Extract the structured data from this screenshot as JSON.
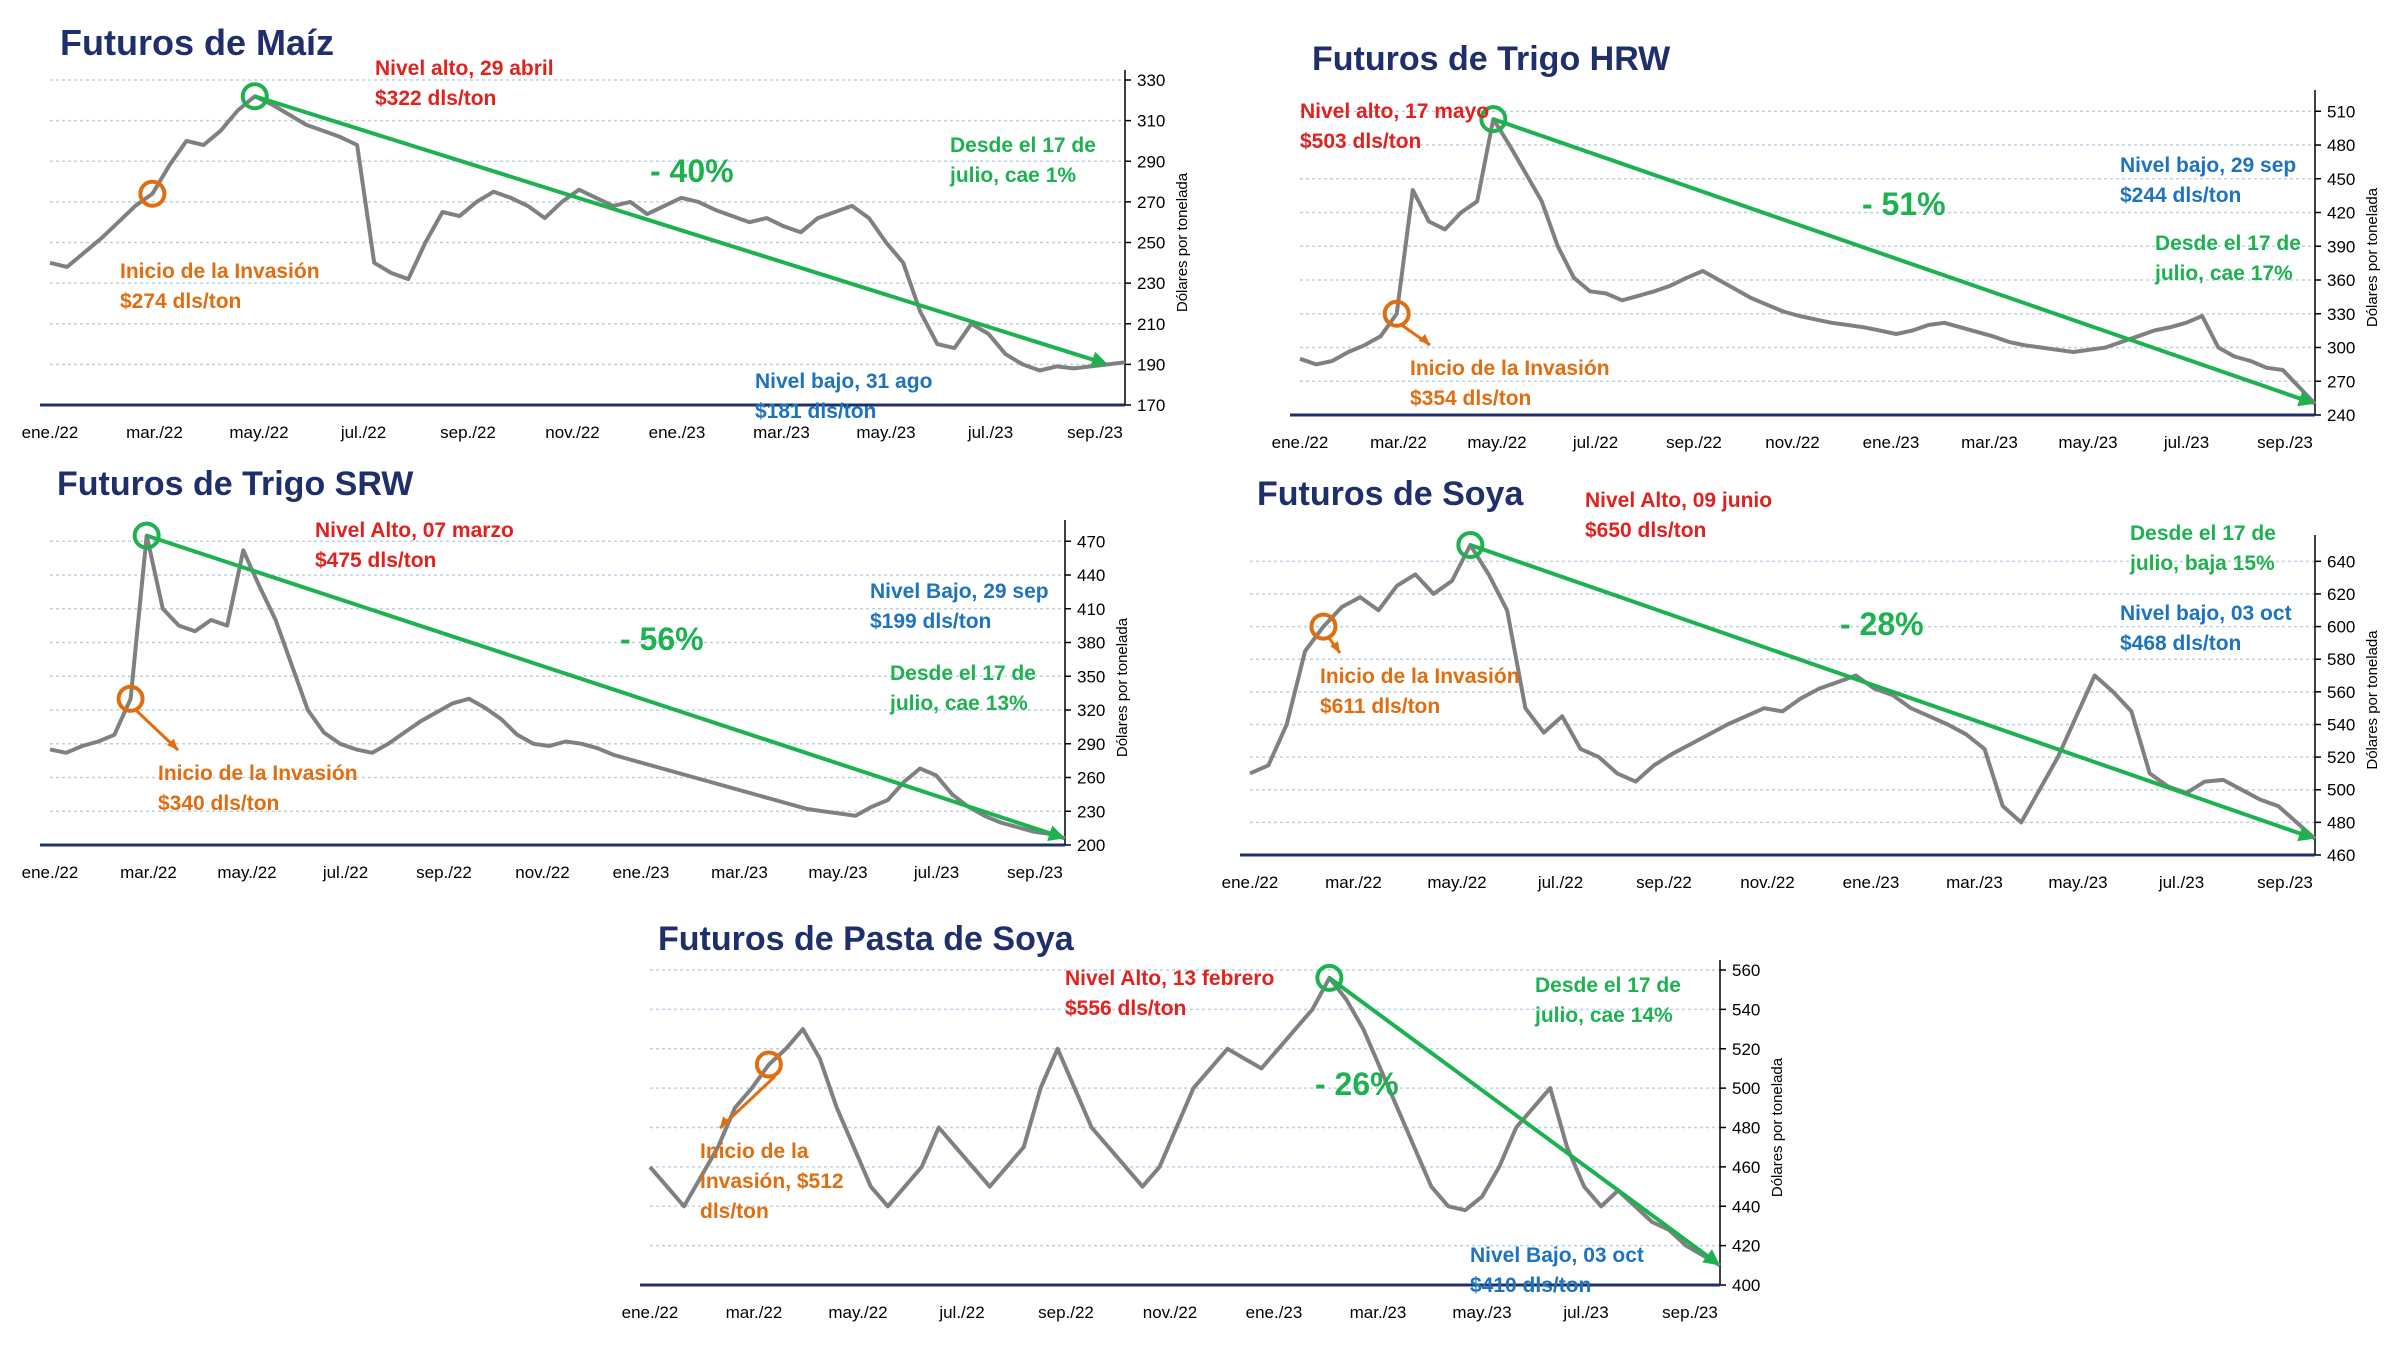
{
  "colors": {
    "title": "#1f2f6b",
    "series": "#808080",
    "high": "#e0221f",
    "low": "#1e73be",
    "trend": "#1eb150",
    "invasion": "#e06d10",
    "axis": "#1f2f6b",
    "grid": "#bcd0e6"
  },
  "x_tick_labels": [
    "ene./22",
    "mar./22",
    "may./22",
    "jul./22",
    "sep./22",
    "nov./22",
    "ene./23",
    "mar./23",
    "may./23",
    "jul./23",
    "sep./23"
  ],
  "y_axis_label": "Dólares por tonelada",
  "chart_data": [
    {
      "id": "maiz",
      "type": "line",
      "title": "Futuros de Maíz",
      "ylabel": "Dólares por tonelada",
      "ylim": [
        170,
        330
      ],
      "yticks": [
        170,
        190,
        210,
        230,
        250,
        270,
        290,
        310,
        330
      ],
      "series": [
        {
          "values": [
            240,
            238,
            245,
            252,
            260,
            268,
            274,
            288,
            300,
            298,
            305,
            315,
            322,
            318,
            313,
            308,
            305,
            302,
            298,
            240,
            235,
            232,
            250,
            265,
            263,
            270,
            275,
            272,
            268,
            262,
            270,
            276,
            272,
            268,
            270,
            264,
            268,
            272,
            270,
            266,
            263,
            260,
            262,
            258,
            255,
            262,
            265,
            268,
            262,
            250,
            240,
            216,
            200,
            198,
            210,
            205,
            195,
            190,
            187,
            189,
            188,
            189,
            190,
            191
          ]
        }
      ],
      "annotations": {
        "high": [
          "Nivel alto, 29 abril",
          "$322 dls/ton"
        ],
        "low": [
          "Nivel bajo, 31 ago",
          "$181 dls/ton"
        ],
        "invasion": [
          "Inicio de la Invasión",
          "$274 dls/ton"
        ],
        "since_july": [
          "Desde el 17 de",
          "julio, cae 1%"
        ],
        "pct": "- 40%"
      }
    },
    {
      "id": "trigo-hrw",
      "type": "line",
      "title": "Futuros de Trigo HRW",
      "ylabel": "Dólares por tonelada",
      "ylim": [
        240,
        520
      ],
      "yticks": [
        240,
        270,
        300,
        330,
        360,
        390,
        420,
        450,
        480,
        510
      ],
      "series": [
        {
          "values": [
            290,
            285,
            288,
            296,
            302,
            310,
            330,
            440,
            412,
            405,
            420,
            430,
            503,
            480,
            455,
            430,
            390,
            362,
            350,
            348,
            342,
            346,
            350,
            355,
            362,
            368,
            360,
            352,
            344,
            338,
            332,
            328,
            325,
            322,
            320,
            318,
            315,
            312,
            315,
            320,
            322,
            318,
            314,
            310,
            305,
            302,
            300,
            298,
            296,
            298,
            300,
            305,
            310,
            315,
            318,
            322,
            328,
            300,
            292,
            288,
            282,
            280,
            265,
            250
          ]
        }
      ],
      "annotations": {
        "high": [
          "Nivel alto, 17 mayo",
          "$503 dls/ton"
        ],
        "low": [
          "Nivel bajo, 29 sep",
          "$244 dls/ton"
        ],
        "invasion": [
          "Inicio de la Invasión",
          "$354 dls/ton"
        ],
        "since_july": [
          "Desde el 17 de",
          "julio, cae 17%"
        ],
        "pct": "- 51%"
      }
    },
    {
      "id": "trigo-srw",
      "type": "line",
      "title": "Futuros de Trigo SRW",
      "ylabel": "Dólares por tonelada",
      "ylim": [
        200,
        480
      ],
      "yticks": [
        200,
        230,
        260,
        290,
        320,
        350,
        380,
        410,
        440,
        470
      ],
      "series": [
        {
          "values": [
            285,
            282,
            288,
            292,
            298,
            330,
            475,
            410,
            395,
            390,
            400,
            395,
            462,
            430,
            400,
            360,
            320,
            300,
            290,
            285,
            282,
            290,
            300,
            310,
            318,
            326,
            330,
            322,
            312,
            298,
            290,
            288,
            292,
            290,
            286,
            280,
            276,
            272,
            268,
            264,
            260,
            256,
            252,
            248,
            244,
            240,
            236,
            232,
            230,
            228,
            226,
            234,
            240,
            256,
            268,
            262,
            245,
            234,
            226,
            220,
            216,
            212,
            210,
            206
          ]
        }
      ],
      "annotations": {
        "high": [
          "Nivel Alto, 07 marzo",
          "$475 dls/ton"
        ],
        "low": [
          "Nivel Bajo, 29 sep",
          "$199 dls/ton"
        ],
        "invasion": [
          "Inicio de la Invasión",
          "$340 dls/ton"
        ],
        "since_july": [
          "Desde el 17 de",
          "julio, cae 13%"
        ],
        "pct": "- 56%"
      }
    },
    {
      "id": "soya",
      "type": "line",
      "title": "Futuros de Soya",
      "ylabel": "Dólares por tonelada",
      "ylim": [
        460,
        650
      ],
      "yticks": [
        460,
        480,
        500,
        520,
        540,
        560,
        580,
        600,
        620,
        640
      ],
      "series": [
        {
          "values": [
            510,
            515,
            540,
            585,
            600,
            612,
            618,
            610,
            625,
            632,
            620,
            628,
            650,
            632,
            610,
            550,
            535,
            545,
            525,
            520,
            510,
            505,
            515,
            522,
            528,
            534,
            540,
            545,
            550,
            548,
            556,
            562,
            566,
            570,
            562,
            558,
            550,
            545,
            540,
            534,
            525,
            490,
            480,
            500,
            520,
            545,
            570,
            560,
            548,
            510,
            502,
            498,
            505,
            506,
            500,
            494,
            490,
            480,
            470
          ]
        }
      ],
      "annotations": {
        "high": [
          "Nivel Alto, 09 junio",
          "$650 dls/ton"
        ],
        "low": [
          "Nivel bajo, 03 oct",
          "$468 dls/ton"
        ],
        "invasion": [
          "Inicio de la Invasión",
          "$611 dls/ton"
        ],
        "since_july": [
          "Desde el 17 de",
          "julio, baja 15%"
        ],
        "pct": "- 28%"
      }
    },
    {
      "id": "pasta-soya",
      "type": "line",
      "title": "Futuros de Pasta de Soya",
      "ylabel": "Dólares por tonelada",
      "ylim": [
        400,
        560
      ],
      "yticks": [
        400,
        420,
        440,
        460,
        480,
        500,
        520,
        540,
        560
      ],
      "series": [
        {
          "values": [
            460,
            450,
            440,
            455,
            470,
            490,
            500,
            512,
            520,
            530,
            515,
            490,
            470,
            450,
            440,
            450,
            460,
            480,
            470,
            460,
            450,
            460,
            470,
            500,
            520,
            500,
            480,
            470,
            460,
            450,
            460,
            480,
            500,
            510,
            520,
            515,
            510,
            520,
            530,
            540,
            556,
            545,
            530,
            510,
            490,
            470,
            450,
            440,
            438,
            445,
            460,
            480,
            490,
            500,
            470,
            450,
            440,
            448,
            440,
            432,
            428,
            420,
            415,
            410
          ]
        }
      ],
      "annotations": {
        "high": [
          "Nivel Alto, 13 febrero",
          "$556 dls/ton"
        ],
        "low": [
          "Nivel Bajo, 03 oct",
          "$410 dls/ton"
        ],
        "invasion": [
          "Inicio de la",
          "Invasión, $512",
          "dls/ton"
        ],
        "since_july": [
          "Desde el 17 de",
          "julio, cae 14%"
        ],
        "pct": "- 26%"
      }
    }
  ]
}
